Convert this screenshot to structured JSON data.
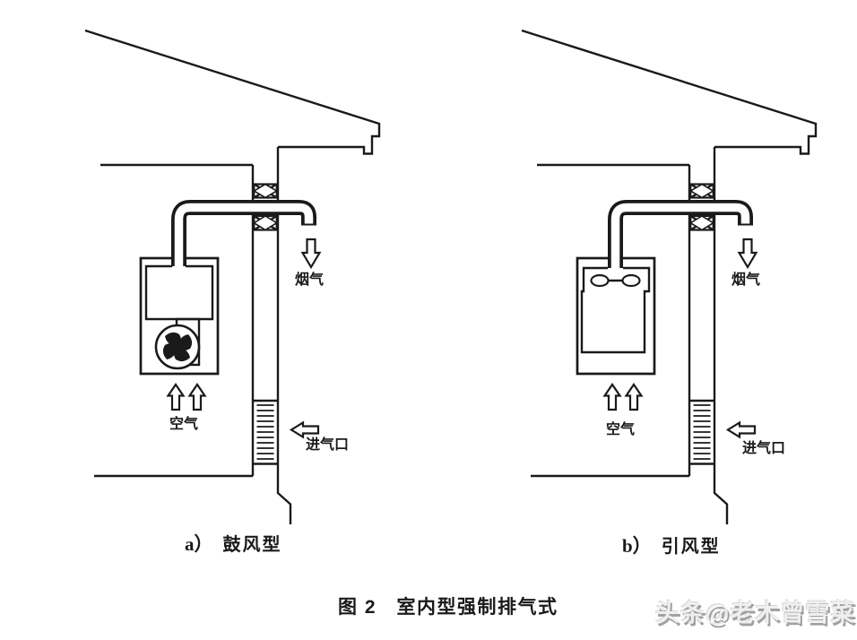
{
  "figure": {
    "caption": "图 2　室内型强制排气式",
    "subfigures": [
      {
        "letter": "a）",
        "name": "鼓风型"
      },
      {
        "letter": "b）",
        "name": "引风型"
      }
    ],
    "annotations": {
      "flue_gas": "烟气",
      "air": "空气",
      "air_inlet": "进气口"
    }
  },
  "watermark": "头条@老木曾雪菜",
  "icons": {
    "flue_gas_arrow": "down-arrow-icon",
    "air_flow_arrows": "up-arrow-icon",
    "air_inlet_arrow": "left-arrow-icon",
    "blower_fan": "pinwheel-fan-icon",
    "induced_draft_fan": "impeller-fan-icon",
    "wall_penetration_seal": "x-hatch-seal-icon",
    "air_inlet_vent": "louver-grille-icon"
  },
  "colors": {
    "line": "#1a1a1a",
    "background": "#ffffff",
    "watermark_fill": "#efefef",
    "watermark_shadow": "#a0a0a0"
  }
}
